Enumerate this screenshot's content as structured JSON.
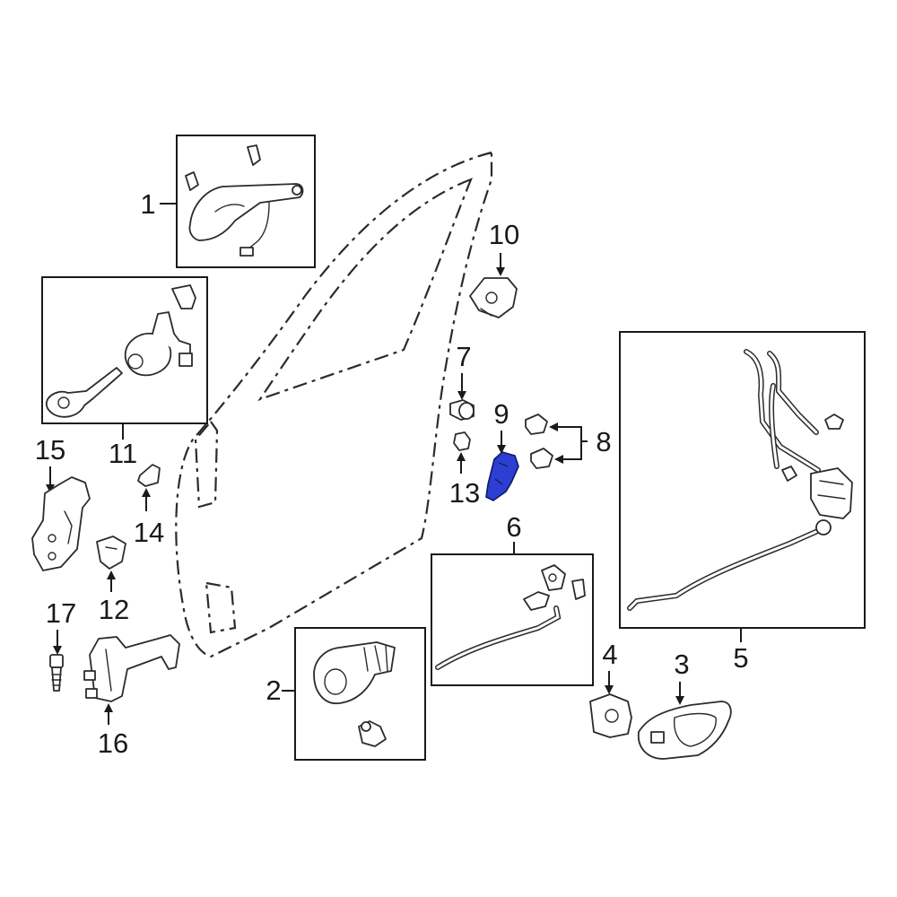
{
  "colors": {
    "background": "#ffffff",
    "line": "#1a1a1a",
    "highlight_part": "#2c3fd1"
  },
  "callouts": {
    "c1": "1",
    "c2": "2",
    "c3": "3",
    "c4": "4",
    "c5": "5",
    "c6": "6",
    "c7": "7",
    "c8": "8",
    "c9": "9",
    "c10": "10",
    "c11": "11",
    "c12": "12",
    "c13": "13",
    "c14": "14",
    "c15": "15",
    "c16": "16",
    "c17": "17"
  },
  "highlighted_callout": "9"
}
